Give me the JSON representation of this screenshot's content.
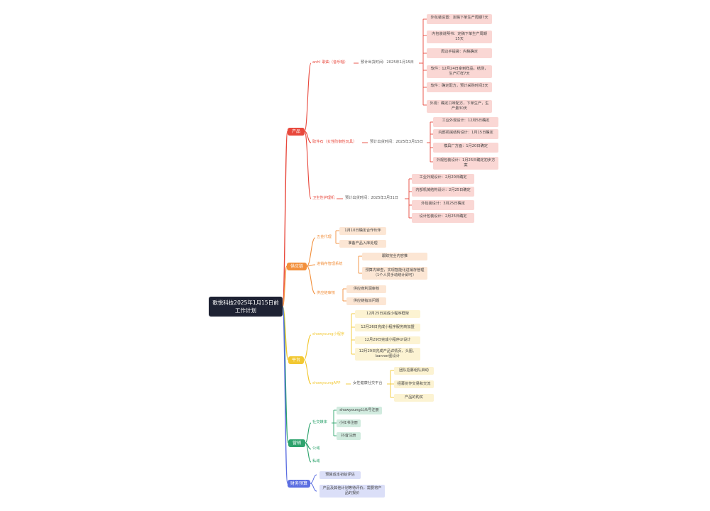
{
  "root": {
    "text": "歌悦科技2025年1月15日前工作计划"
  },
  "branches": {
    "product": {
      "title": "产品",
      "color": "#e8483c",
      "products": [
        {
          "name": "anh! 歌曲（音乐唱）",
          "relay": "预计出货时间：2025年1月15日",
          "leaves": [
            "外包装设置：定稿下单生产周期7天",
            "内包装说明书：定稿下单生产周期15天",
            "周边手提袋：内稿确定",
            "软件：12月24日拿到样品，结测，生产打样7天",
            "软件：确定配方，预计采购时间3天",
            "外观：确定口味配方，下单生产，生产量30天"
          ]
        },
        {
          "name": "取件石（女性防御性玩具）",
          "relay": "预计出货时间：2025年3月15日",
          "leaves": [
            "工业外观设计：12月5日确定",
            "内部机械结构设计：1月15日确定",
            "模具厂方面：1月20日确定",
            "外观包装设计：1月25日确定初步方案"
          ]
        },
        {
          "name": "卫生性护理机",
          "relay": "预计出货时间：2025年3月31日",
          "leaves": [
            "工业外观设计：2月20日确定",
            "内部机械结构设计：2月25日确定",
            "外包装设计：3月25日确定",
            "设计包装设计：2月25日确定"
          ]
        }
      ]
    },
    "supply": {
      "title": "供应链",
      "color": "#f28f3b",
      "groups": [
        {
          "name": "五金代理",
          "leaves": [
            "1月10日确定合作伙伴",
            "准备产品入库处理"
          ]
        },
        {
          "name": "进销存管理系统",
          "leaves": [
            "跟踪完全内容推",
            "预算内审查，实现智能化进销存管理（1个人员手动统计即可）"
          ]
        },
        {
          "name": "供应链审核",
          "leaves": [
            "供应商利润审核",
            "供应链指派问题"
          ]
        }
      ]
    },
    "platform": {
      "title": "平台",
      "color": "#f2c832",
      "groups": [
        {
          "name": "showyoung小程序",
          "leaves": [
            "12月25日完成小程序框架",
            "12月26日完成小程序服务商加盟",
            "12月29日完成小程序UI设计",
            "12月29日完成产品详情页、头图、banner图设计"
          ]
        },
        {
          "name": "showyoungAPP",
          "relay": "女性健康社交平台",
          "leaves": [
            "团队招募组队启动",
            "招募协作交易和交流",
            "产品的购买"
          ]
        }
      ]
    },
    "marketing": {
      "title": "营销",
      "color": "#2ea36d",
      "groups": [
        {
          "name": "社交媒体",
          "leaves": [
            "showyoung公众号注册",
            "小红书注册",
            "抖音注册"
          ]
        },
        {
          "name": "公域",
          "leaves": []
        },
        {
          "name": "私域",
          "leaves": []
        }
      ]
    },
    "finance": {
      "title": "财务预算",
      "color": "#5b6ee1",
      "leaves": [
        "预算成本初始评估",
        "产品及其他计划等待评价，需要将产品的报价"
      ]
    }
  }
}
